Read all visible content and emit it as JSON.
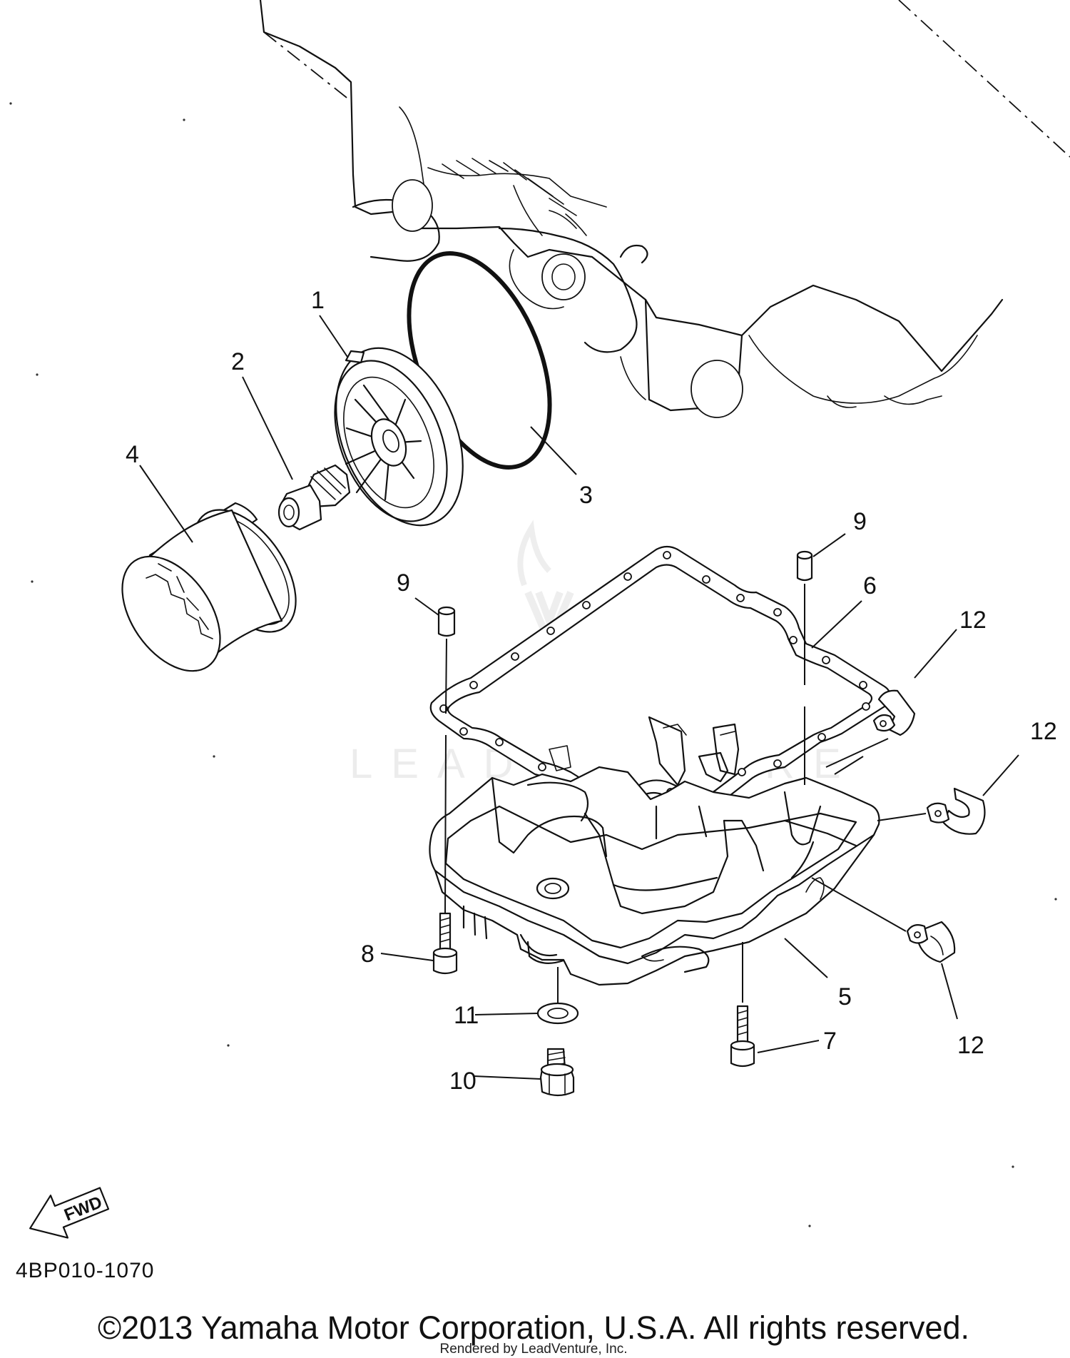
{
  "callouts": {
    "p1": "1",
    "p2": "2",
    "p3": "3",
    "p4": "4",
    "p5": "5",
    "p6": "6",
    "p7": "7",
    "p8": "8",
    "p9a": "9",
    "p9b": "9",
    "p10": "10",
    "p11": "11",
    "p12a": "12",
    "p12b": "12",
    "p12c": "12"
  },
  "fwd_label": "FWD",
  "diagram_code": "4BP010-1070",
  "copyright": "©2013 Yamaha Motor Corporation, U.S.A. All rights reserved.",
  "rendered_by": "Rendered by LeadVenture, Inc.",
  "watermark": "LEADVENTURE"
}
